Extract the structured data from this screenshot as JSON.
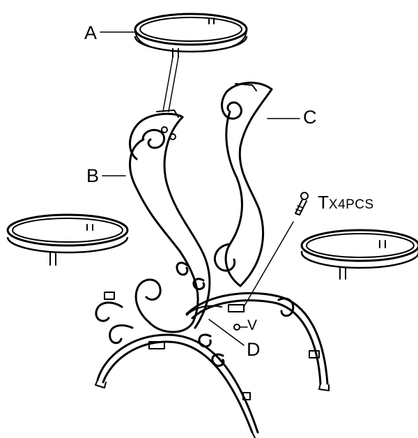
{
  "parts": {
    "a": "A",
    "b": "B",
    "c": "C",
    "d": "D",
    "v": "V",
    "t_prefix": "T",
    "t_qty": "X4PCS"
  }
}
